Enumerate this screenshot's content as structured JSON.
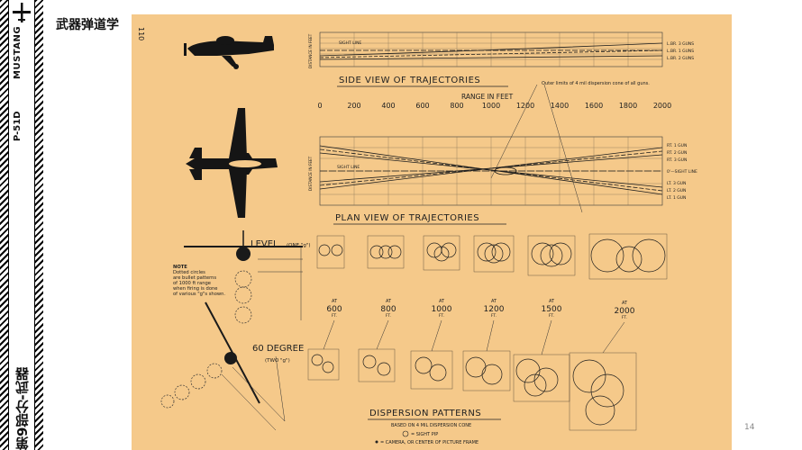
{
  "header": {
    "title": "武器弹道学",
    "page_number": "14"
  },
  "sidebar": {
    "model": "MUSTANG",
    "type": "P-51D",
    "section": "第9部分-武器"
  },
  "diagram": {
    "page_ref": "110",
    "side_view_title": "SIDE VIEW OF TRAJECTORIES",
    "range_title": "RANGE IN FEET",
    "ranges": [
      "0",
      "200",
      "400",
      "600",
      "800",
      "1000",
      "1200",
      "1400",
      "1600",
      "1800",
      "2000"
    ],
    "side_labels": [
      "L.BR. 3 GUNS",
      "L.BR. 1 GUNS",
      "L.BR. 2 GUNS"
    ],
    "sight_line_label": "SIGHT LINE",
    "distance_label": "DISTANCE IN FEET",
    "outer_limits_note": "Outer limits of 4 mil dispersion cone of all guns.",
    "plan_view_title": "PLAN VIEW OF TRAJECTORIES",
    "plan_labels": [
      "RT. 1 GUN",
      "RT. 2 GUN",
      "RT. 3 GUN",
      "0'—SIGHT LINE",
      "LT. 3 GUN",
      "LT. 2 GUN",
      "LT. 1 GUN"
    ],
    "level_label": "LEVEL",
    "level_sub": "(ONE \"g\")",
    "note_lines": [
      "NOTE",
      "Dotted circles",
      "are bullet patterns",
      "of 1000 ft range",
      "when firing is done",
      "of various \"g\"s shown."
    ],
    "degree_label": "60 DEGREE",
    "degree_sub": "(TWO \"g\")",
    "disp_ranges": [
      "600",
      "800",
      "1000",
      "1200",
      "1500",
      "2000"
    ],
    "at_label": "AT",
    "ft_label": "FT.",
    "dispersion_title": "DISPERSION PATTERNS",
    "dispersion_sub": "BASED ON 4 MIL DISPERSION CONE",
    "legend_sight": "= SIGHT PIP",
    "legend_camera": "= CAMERA, OR CENTER OF PICTURE FRAME"
  }
}
